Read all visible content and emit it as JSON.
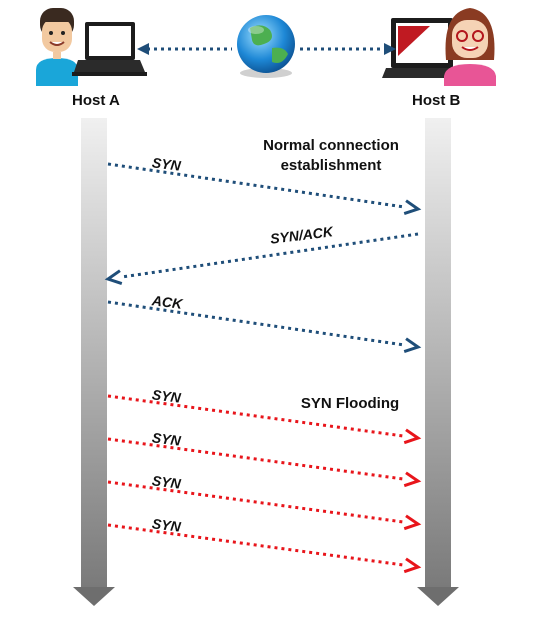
{
  "hosts": {
    "a": {
      "label": "Host A",
      "icon": "man-with-laptop-icon"
    },
    "b": {
      "label": "Host B",
      "icon": "woman-with-laptop-icon"
    },
    "network_icon": "globe-icon"
  },
  "sections": {
    "normal": {
      "title_line1": "Normal connection",
      "title_line2": "establishment"
    },
    "flood": {
      "title": "SYN Flooding"
    }
  },
  "messages": [
    {
      "label": "SYN",
      "from": "Host A",
      "to": "Host B",
      "phase": "normal"
    },
    {
      "label": "SYN/ACK",
      "from": "Host B",
      "to": "Host A",
      "phase": "normal"
    },
    {
      "label": "ACK",
      "from": "Host A",
      "to": "Host B",
      "phase": "normal"
    },
    {
      "label": "SYN",
      "from": "Host A",
      "to": "Host B",
      "phase": "flood"
    },
    {
      "label": "SYN",
      "from": "Host A",
      "to": "Host B",
      "phase": "flood"
    },
    {
      "label": "SYN",
      "from": "Host A",
      "to": "Host B",
      "phase": "flood"
    },
    {
      "label": "SYN",
      "from": "Host A",
      "to": "Host B",
      "phase": "flood"
    }
  ],
  "colors": {
    "normal": "#1f4e79",
    "flood": "#e8151b",
    "link": "#1f4e79",
    "timeline_top": "#f0f0f0",
    "timeline_bottom": "#7a7a7a"
  }
}
